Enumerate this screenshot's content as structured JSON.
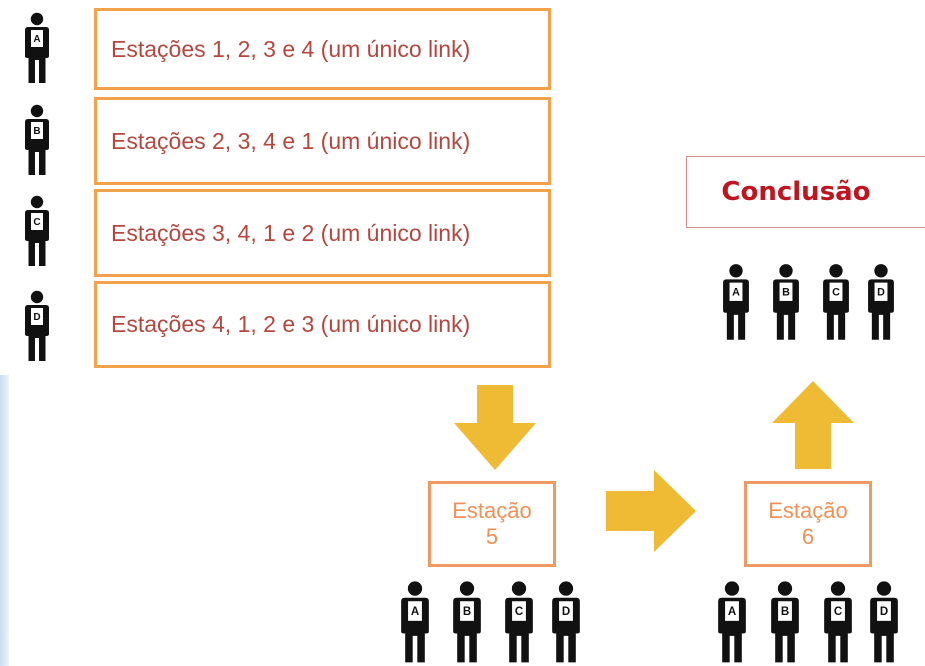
{
  "stations": [
    {
      "label": "Estações 1, 2, 3 e 4 (um único link)",
      "person": "A"
    },
    {
      "label": "Estações 2, 3, 4 e 1 (um único link)",
      "person": "B"
    },
    {
      "label": "Estações 3, 4, 1 e 2 (um único link)",
      "person": "C"
    },
    {
      "label": "Estações 4, 1, 2 e 3 (um único link)",
      "person": "D"
    }
  ],
  "station5": {
    "line1": "Estação",
    "line2": "5"
  },
  "station6": {
    "line1": "Estação",
    "line2": "6"
  },
  "conclusion": {
    "label": "Conclusão"
  },
  "group_people": [
    "A",
    "B",
    "C",
    "D"
  ],
  "colors": {
    "box_border": "#f2a24a",
    "box_text": "#b5473f",
    "small_border": "#ee9a62",
    "small_text": "#f19057",
    "arrow": "#f0bb34",
    "conclusion_text": "#c0141e",
    "conclusion_border": "#d98a8a"
  }
}
